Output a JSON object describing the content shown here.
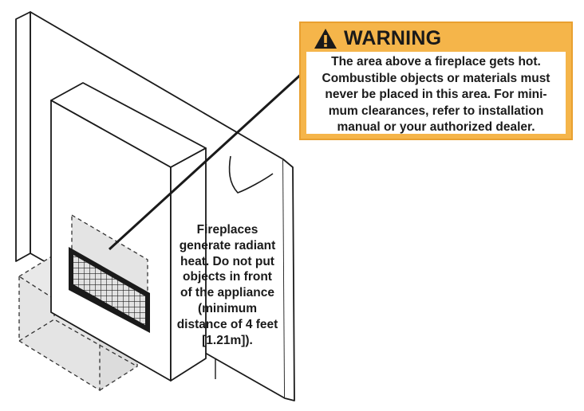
{
  "warning": {
    "title": "WARNING",
    "icon": "warning-triangle-icon",
    "lines": [
      "The area above a fireplace gets hot.",
      "Combustible objects or materials must",
      "never be placed in this area. For mini-",
      "mum clearances, refer to installation",
      "manual or your authorized dealer."
    ],
    "colors": {
      "panel": "#f5b54a",
      "text": "#1a1a1a"
    }
  },
  "fireplace_caption": {
    "lines": [
      "Fireplaces",
      "generate radiant",
      "heat. Do not put",
      "objects in front",
      "of the appliance",
      "(minimum",
      "distance of 4 feet",
      "[1.21m])."
    ]
  }
}
